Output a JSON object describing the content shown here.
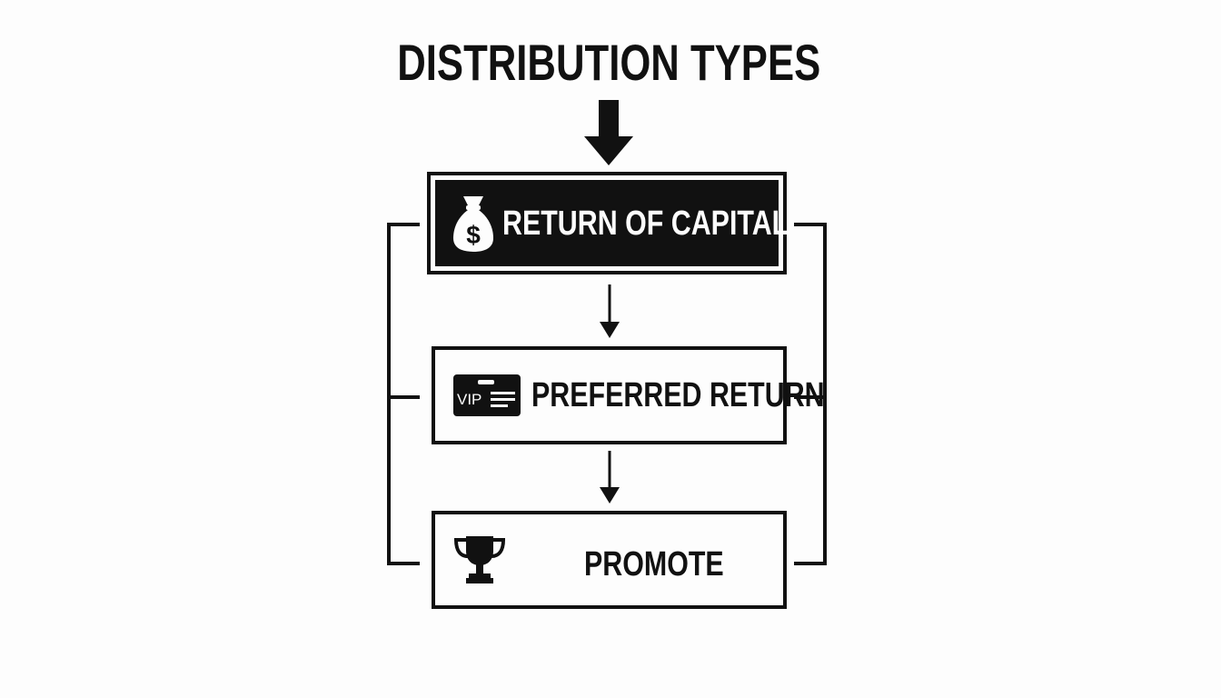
{
  "title": "DISTRIBUTION TYPES",
  "steps": [
    {
      "label": "RETURN OF CAPITAL",
      "icon": "money-bag-icon"
    },
    {
      "label": "PREFERRED RETURN",
      "icon": "vip-ticket-icon",
      "icon_text": "VIP"
    },
    {
      "label": "PROMOTE",
      "icon": "trophy-icon"
    }
  ],
  "colors": {
    "ink": "#111111",
    "background": "#fdfdfd"
  }
}
